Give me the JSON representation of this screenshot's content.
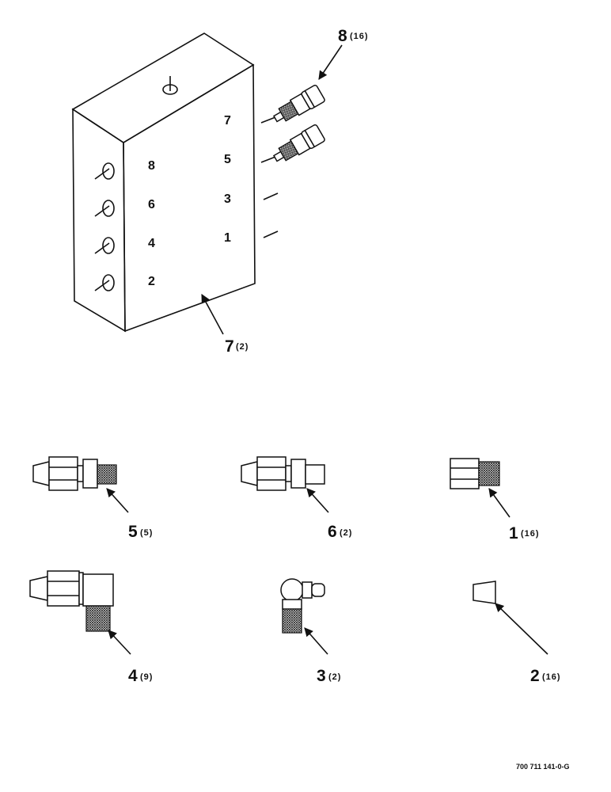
{
  "assembly": {
    "block_label": {
      "part": "7",
      "qty": "(2)"
    },
    "top_fitting_label": {
      "part": "8",
      "qty": "(16)"
    },
    "ports_front": [
      "7",
      "5",
      "3",
      "1"
    ],
    "ports_side": [
      "8",
      "6",
      "4",
      "2"
    ]
  },
  "parts": [
    {
      "part": "5",
      "qty": "(5)"
    },
    {
      "part": "6",
      "qty": "(2)"
    },
    {
      "part": "1",
      "qty": "(16)"
    },
    {
      "part": "4",
      "qty": "(9)"
    },
    {
      "part": "3",
      "qty": "(2)"
    },
    {
      "part": "2",
      "qty": "(16)"
    }
  ],
  "figure_number": "700 711 141-0-G",
  "icons": [
    "distribution-block",
    "quick-connect-fitting",
    "compression-fitting",
    "elbow-fitting",
    "grease-fitting",
    "plug",
    "sleeve"
  ]
}
